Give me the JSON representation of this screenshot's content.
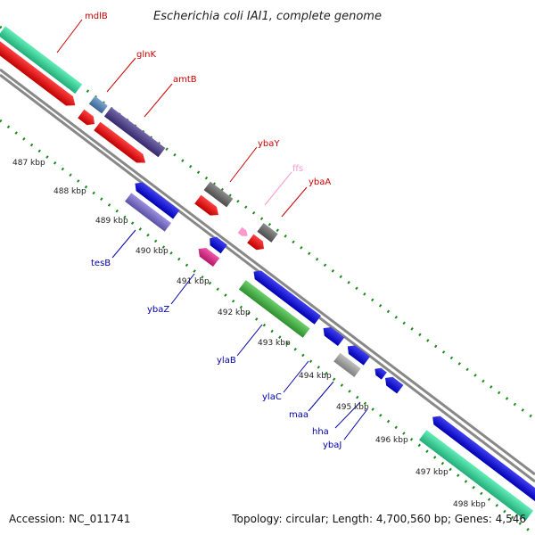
{
  "title": "Escherichia coli IAI1, complete genome",
  "footer": {
    "accession": "Accession: NC_011741",
    "topology": "Topology: circular; Length: 4,700,560 bp; Genes: 4,546"
  },
  "ticks": [
    "487 kbp",
    "488 kbp",
    "489 kbp",
    "490 kbp",
    "491 kbp",
    "492 kbp",
    "493 kbp",
    "494 kbp",
    "495 kbp",
    "496 kbp",
    "497 kbp",
    "498 kbp"
  ],
  "genes": [
    {
      "name": "mdlB",
      "strand": "+",
      "color": "#2ee6a0"
    },
    {
      "name": "glnK",
      "strand": "+",
      "color": "#4f86c0"
    },
    {
      "name": "amtB",
      "strand": "+",
      "color": "#46368f"
    },
    {
      "name": "ybaY",
      "strand": "+",
      "color": "#666666"
    },
    {
      "name": "ffs",
      "strand": "+",
      "color": "#ff99cc"
    },
    {
      "name": "ybaA",
      "strand": "+",
      "color": "#666666"
    },
    {
      "name": "tesB",
      "strand": "-",
      "color": "#7a6ad8"
    },
    {
      "name": "ybaZ",
      "strand": "-",
      "color": "#ee1e8c"
    },
    {
      "name": "ylaB",
      "strand": "-",
      "color": "#3cbf3c"
    },
    {
      "name": "ylaC",
      "strand": "-",
      "color": "#0000ee"
    },
    {
      "name": "maa",
      "strand": "-",
      "color": "#aaaaaa"
    },
    {
      "name": "hha",
      "strand": "-",
      "color": "#0000ee"
    },
    {
      "name": "ybaJ",
      "strand": "-",
      "color": "#0000ee"
    }
  ],
  "colors": {
    "forward_label": "#cc0000",
    "reverse_label": "#0000aa",
    "ffs_label": "#ff99cc",
    "backbone": "#888888",
    "ticks": "#1a8a1a"
  }
}
